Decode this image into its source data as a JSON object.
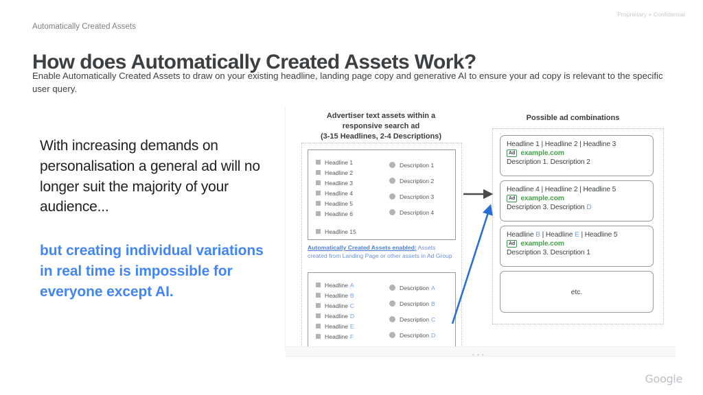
{
  "header": {
    "confidential": "Proprietary + Confidential",
    "eyebrow": "Automatically Created Assets",
    "title": "How does Automatically Created Assets Work?",
    "subtitle": "Enable Automatically Created Assets to draw on your existing headline, landing page copy and generative AI to ensure your ad copy is relevant to the specific user query."
  },
  "narrative": {
    "paragraph": "With increasing demands on personalisation a general ad will no longer suit the majority of your audience...",
    "accent_paragraph": "but creating individual variations in real time is impossible for everyone except AI.",
    "accent_color": "#4285f4"
  },
  "diagram": {
    "left_column_title": "Advertiser text assets within a responsive search ad (3-15 Headlines, 2-4 Descriptions)",
    "left_column_title_lines": [
      "Advertiser text assets within a",
      "responsive search ad",
      "(3-15 Headlines, 2-4 Descriptions)"
    ],
    "right_column_title": "Possible ad combinations",
    "advertiser_assets": {
      "headlines": [
        "Headline 1",
        "Headline 2",
        "Headline 3",
        "Headline 4",
        "Headline 5",
        "Headline 6",
        "Headline 15"
      ],
      "descriptions": [
        "Description 1",
        "Description 2",
        "Description 3",
        "Description 4"
      ]
    },
    "aca_note": {
      "heading": "Automatically Created Assets enabled:",
      "body": "Assets created from Landing Page or other assets in Ad Group"
    },
    "generated_assets": {
      "headline_prefix": "Headline",
      "headline_suffixes": [
        "A",
        "B",
        "C",
        "D",
        "E",
        "F"
      ],
      "description_prefix": "Description",
      "description_suffixes": [
        "A",
        "B",
        "C",
        "D"
      ]
    },
    "ad_combinations": [
      {
        "headline_parts": [
          {
            "text": "Headline 1",
            "generated": false
          },
          {
            "text": "Headline 2",
            "generated": false
          },
          {
            "text": "Headline 3",
            "generated": false
          }
        ],
        "badge": "Ad",
        "url": "example.com",
        "description_parts": [
          {
            "text": "Description 1.",
            "generated": false
          },
          {
            "text": "Description 2",
            "generated": false
          }
        ]
      },
      {
        "headline_parts": [
          {
            "text": "Headline 4",
            "generated": false
          },
          {
            "text": "Headline 2",
            "generated": false
          },
          {
            "text": "Headline 5",
            "generated": false
          }
        ],
        "badge": "Ad",
        "url": "example.com",
        "description_parts": [
          {
            "text": "Description 3.",
            "generated": false
          },
          {
            "text": "Description",
            "generated": false
          },
          {
            "text": "D",
            "generated": true
          }
        ]
      },
      {
        "headline_parts": [
          {
            "text": "Headline",
            "generated": false
          },
          {
            "text": "B",
            "generated": true
          },
          {
            "text": "Headline",
            "generated": false
          },
          {
            "text": "E",
            "generated": true
          },
          {
            "text": "Headline 5",
            "generated": false
          }
        ],
        "badge": "Ad",
        "url": "example.com",
        "description_parts": [
          {
            "text": "Description 3.",
            "generated": false
          },
          {
            "text": "Description 1",
            "generated": false
          }
        ]
      }
    ],
    "etc_label": "etc.",
    "arrow_primary_color": "#4a4a4a",
    "arrow_generated_color": "#2a6fd6",
    "footer_dots": "• • •"
  },
  "branding": {
    "wordmark": "Google"
  }
}
